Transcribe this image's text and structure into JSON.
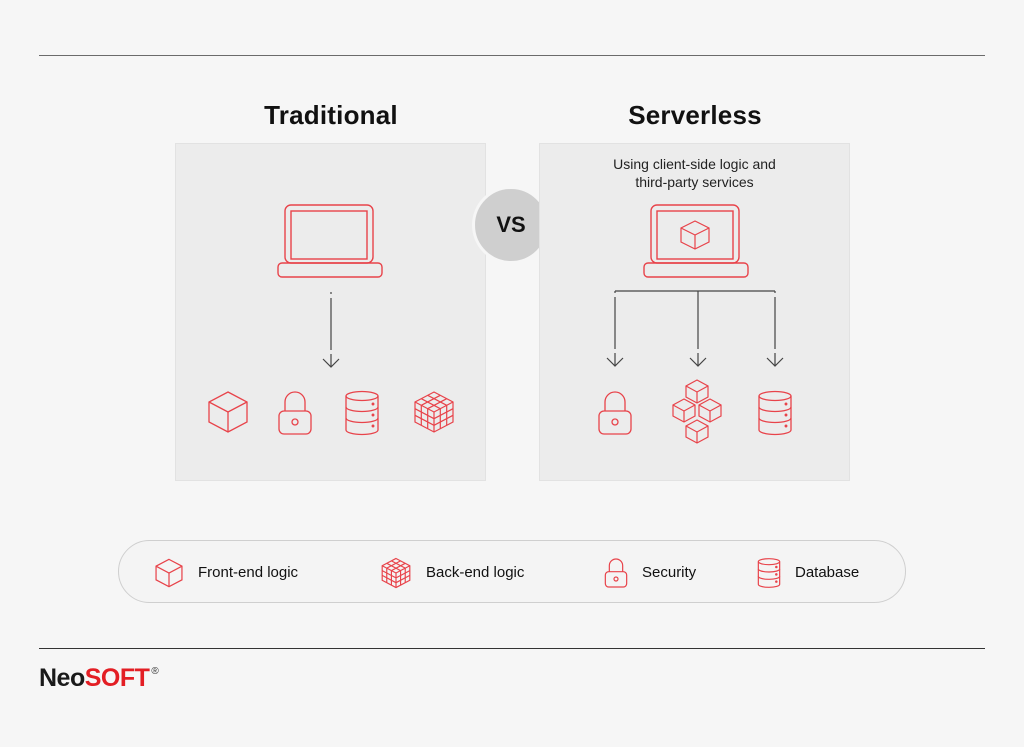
{
  "header": {
    "left_title": "Traditional",
    "right_title": "Serverless",
    "vs_label": "VS"
  },
  "traditional": {
    "client_icon": "laptop-icon",
    "components": [
      {
        "icon": "cube-icon",
        "meaning": "Front-end logic"
      },
      {
        "icon": "lock-icon",
        "meaning": "Security"
      },
      {
        "icon": "database-icon",
        "meaning": "Database"
      },
      {
        "icon": "rubik-cube-icon",
        "meaning": "Back-end logic"
      }
    ]
  },
  "serverless": {
    "subtitle_line1": "Using client-side logic and",
    "subtitle_line2": "third-party services",
    "client_icon": "laptop-with-cube-icon",
    "components": [
      {
        "icon": "lock-icon",
        "meaning": "Security"
      },
      {
        "icon": "cube-cluster-icon",
        "meaning": "Third-party services"
      },
      {
        "icon": "database-icon",
        "meaning": "Database"
      }
    ]
  },
  "legend": {
    "items": [
      {
        "icon": "cube-icon",
        "label": "Front-end logic"
      },
      {
        "icon": "rubik-cube-icon",
        "label": "Back-end logic"
      },
      {
        "icon": "lock-icon",
        "label": "Security"
      },
      {
        "icon": "database-icon",
        "label": "Database"
      }
    ]
  },
  "brand": {
    "name_part1": "Neo",
    "name_part2": "SOFT",
    "registered": "®"
  },
  "colors": {
    "accent_red": "#e31e24",
    "icon_stroke": "#e8434a",
    "panel_bg": "#ececec",
    "page_bg": "#f6f6f6",
    "vs_circle": "#cfcfcf"
  }
}
